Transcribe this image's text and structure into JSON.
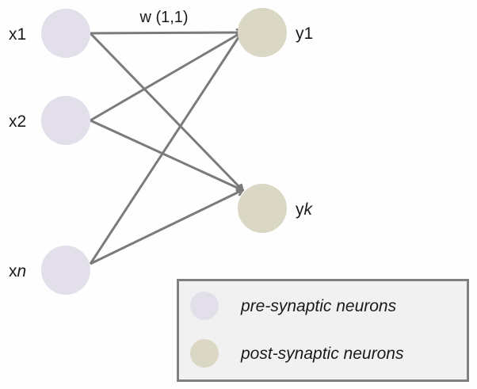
{
  "diagram": {
    "type": "neural-network",
    "inputs": [
      {
        "id": "x1",
        "label_base": "x",
        "label_sub": "1",
        "sub_italic": false
      },
      {
        "id": "x2",
        "label_base": "x",
        "label_sub": "2",
        "sub_italic": false
      },
      {
        "id": "xn",
        "label_base": "x",
        "label_sub": "n",
        "sub_italic": true
      }
    ],
    "outputs": [
      {
        "id": "y1",
        "label_base": "y",
        "label_sub": "1",
        "sub_italic": false
      },
      {
        "id": "yk",
        "label_base": "y",
        "label_sub": "k",
        "sub_italic": true
      }
    ],
    "edges": [
      {
        "from": "x1",
        "to": "y1"
      },
      {
        "from": "x1",
        "to": "yk"
      },
      {
        "from": "x2",
        "to": "y1"
      },
      {
        "from": "x2",
        "to": "yk"
      },
      {
        "from": "xn",
        "to": "y1"
      },
      {
        "from": "xn",
        "to": "yk"
      }
    ],
    "weight_label": "w (1,1)",
    "colors": {
      "pre_synaptic": "#e2dfea",
      "post_synaptic": "#dad7c5",
      "edge": "#7b7b7b",
      "legend_bg": "#f1f1f1",
      "legend_border": "#808080"
    }
  },
  "legend": {
    "items": [
      {
        "label": "pre-synaptic neurons",
        "kind": "pre_synaptic"
      },
      {
        "label": "post-synaptic neurons",
        "kind": "post_synaptic"
      }
    ]
  }
}
